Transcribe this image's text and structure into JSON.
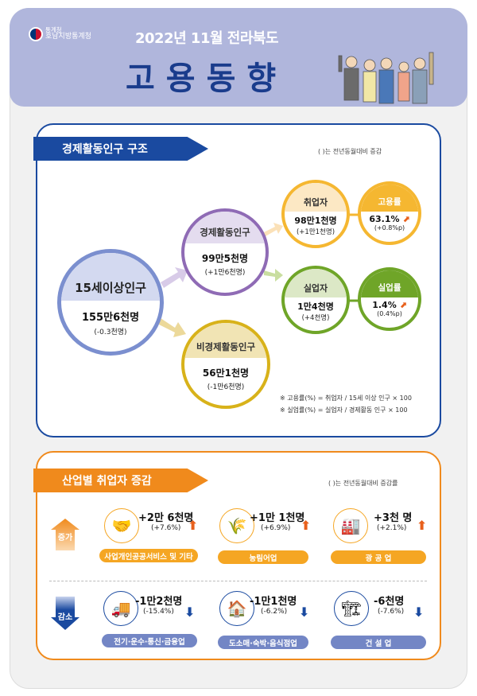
{
  "header": {
    "org_line1": "통계청",
    "org_line2": "호남지방통계청",
    "subtitle": "2022년 11월 전라북도",
    "title": "고용동향"
  },
  "section1": {
    "title": "경제활동인구 구조",
    "note": "(   )는 전년동월대비 증감",
    "population": {
      "label": "15세이상인구",
      "value": "155만6천명",
      "change": "(-0.3천명)"
    },
    "active": {
      "label": "경제활동인구",
      "value": "99만5천명",
      "change": "(+1만6천명)"
    },
    "inactive": {
      "label": "비경제활동인구",
      "value": "56만1천명",
      "change": "(-1만6천명)"
    },
    "employed": {
      "label": "취업자",
      "value": "98만1천명",
      "change": "(+1만1천명)"
    },
    "employment_rate": {
      "label": "고용률",
      "value": "63.1%",
      "change": "(+0.8%p)"
    },
    "unemployed": {
      "label": "실업자",
      "value": "1만4천명",
      "change": "(+4천명)"
    },
    "unemployment_rate": {
      "label": "실업률",
      "value": "1.4%",
      "change": "(0.4%p)"
    },
    "formula1": "※ 고용률(%) = 취업자 / 15세 이상 인구 × 100",
    "formula2": "※ 실업률(%) = 실업자 / 경제활동 인구 × 100"
  },
  "section2": {
    "title": "산업별 취업자 증감",
    "note": "(   )는 전년동월대비 증감률",
    "increase_label": "증가",
    "decrease_label": "감소",
    "increase": [
      {
        "icon": "handshake-icon",
        "glyph": "🤝",
        "value": "+2만 6천명",
        "pct": "(+7.6%)",
        "industry": "사업개인공공서비스 및 기타"
      },
      {
        "icon": "farmer-icon",
        "glyph": "🌾",
        "value": "+1만 1천명",
        "pct": "(+6.9%)",
        "industry": "농림어업"
      },
      {
        "icon": "factory-icon",
        "glyph": "🏭",
        "value": "+3천 명",
        "pct": "(+2.1%)",
        "industry": "광 공 업"
      }
    ],
    "decrease": [
      {
        "icon": "truck-icon",
        "glyph": "🚚",
        "value": "-1만2천명",
        "pct": "(-15.4%)",
        "industry": "전기·운수·통신·금융업"
      },
      {
        "icon": "house-icon",
        "glyph": "🏠",
        "value": "-1만1천명",
        "pct": "(-6.2%)",
        "industry": "도소매·숙박·음식점업"
      },
      {
        "icon": "crane-icon",
        "glyph": "🏗",
        "value": "-6천명",
        "pct": "(-7.6%)",
        "industry": "건 설 업"
      }
    ]
  },
  "colors": {
    "header_bg": "#b0b6dc",
    "title_blue": "#1a3c8c",
    "section1_blue": "#1a4aa0",
    "section2_orange": "#f08a1c",
    "population_blue": "#7b8fcf",
    "active_purple": "#8f6bb5",
    "inactive_gold": "#d8b21a",
    "employed_orange": "#f5b731",
    "unemployed_green": "#6fa528",
    "decrease_pill": "#7386c5"
  }
}
